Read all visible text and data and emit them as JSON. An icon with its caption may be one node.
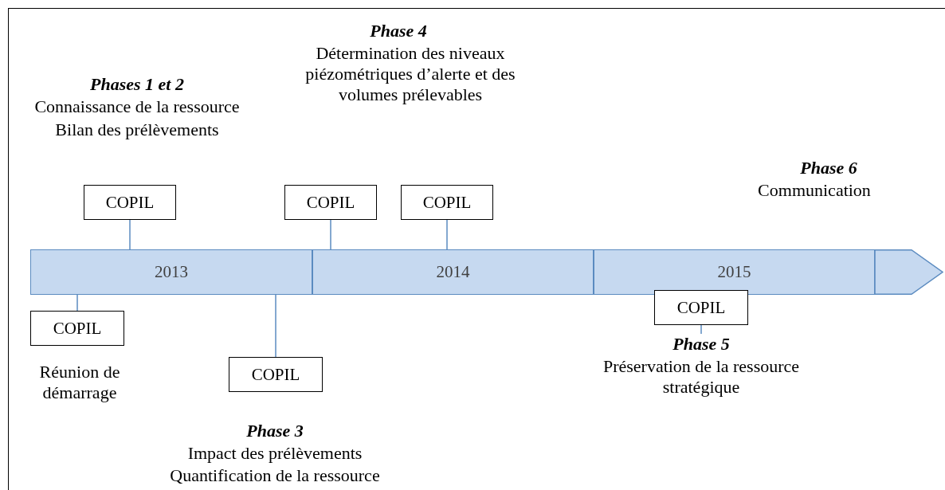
{
  "diagram": {
    "nodes": [
      {
        "text": [
          "2013"
        ]
      },
      {
        "text": [
          "2014"
        ]
      },
      {
        "text": [
          "2015"
        ]
      },
      {
        "text": [],
        "shape": "arrow"
      },
      {
        "text": [
          "COPIL"
        ]
      },
      {
        "text": [
          "COPIL"
        ]
      },
      {
        "text": [
          "COPIL"
        ]
      },
      {
        "text": [
          "COPIL"
        ],
        "beside": [
          "Réunion de démarrage"
        ]
      },
      {
        "text": [
          "COPIL"
        ]
      },
      {
        "text": [
          "COPIL"
        ]
      },
      {
        "text": [
          "Phase 5",
          "Préservation de la ressource stratégique"
        ]
      }
    ],
    "edges": [
      {
        "from": 4,
        "to": 0,
        "arrow": "none"
      },
      {
        "from": 5,
        "to": 1,
        "arrow": "none"
      },
      {
        "from": 6,
        "to": 1,
        "arrow": "none"
      },
      {
        "from": 7,
        "to": 0,
        "arrow": "none"
      },
      {
        "from": 8,
        "to": 0,
        "arrow": "none"
      },
      {
        "from": 9,
        "to": 10,
        "arrow": "none"
      }
    ],
    "labels": [
      "Phase 4",
      "Détermination des niveaux piézométriques d’alerte et des volumes prélevables",
      "Phases 1 et 2",
      "Connaissance de la ressource",
      "Bilan des prélèvements",
      "Phase 6",
      "Communication",
      "Phase 3",
      "Impact des prélèvements",
      "Quantification de la ressource"
    ]
  }
}
